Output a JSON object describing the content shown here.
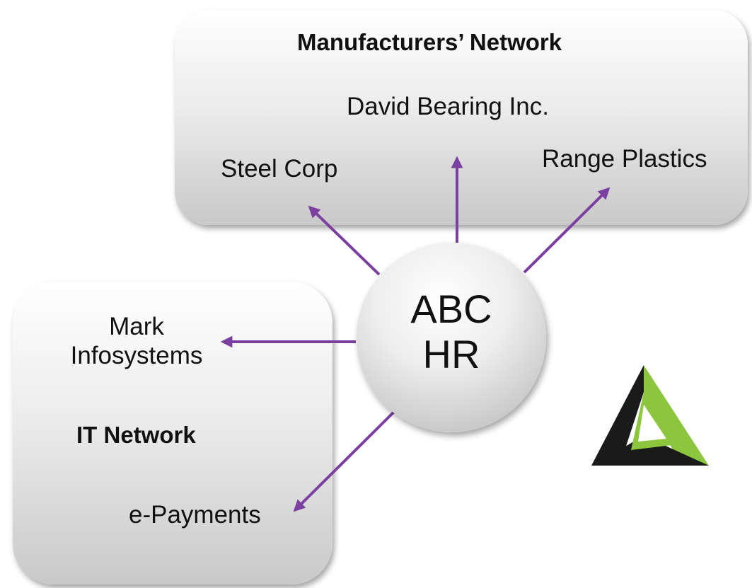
{
  "manufacturers_network": {
    "title": "Manufacturers’ Network",
    "members": [
      "David Bearing Inc.",
      "Steel Corp",
      "Range Plastics"
    ]
  },
  "it_network": {
    "title": "IT Network",
    "members": [
      "Mark Infosystems",
      "e-Payments"
    ]
  },
  "hub": {
    "label": "ABC\nHR"
  },
  "colors": {
    "arrow": "#7B3FA0",
    "logo_green": "#8CC63F",
    "logo_black": "#1A1A1A"
  },
  "icons": {
    "logo": "triangle-logo-icon"
  }
}
